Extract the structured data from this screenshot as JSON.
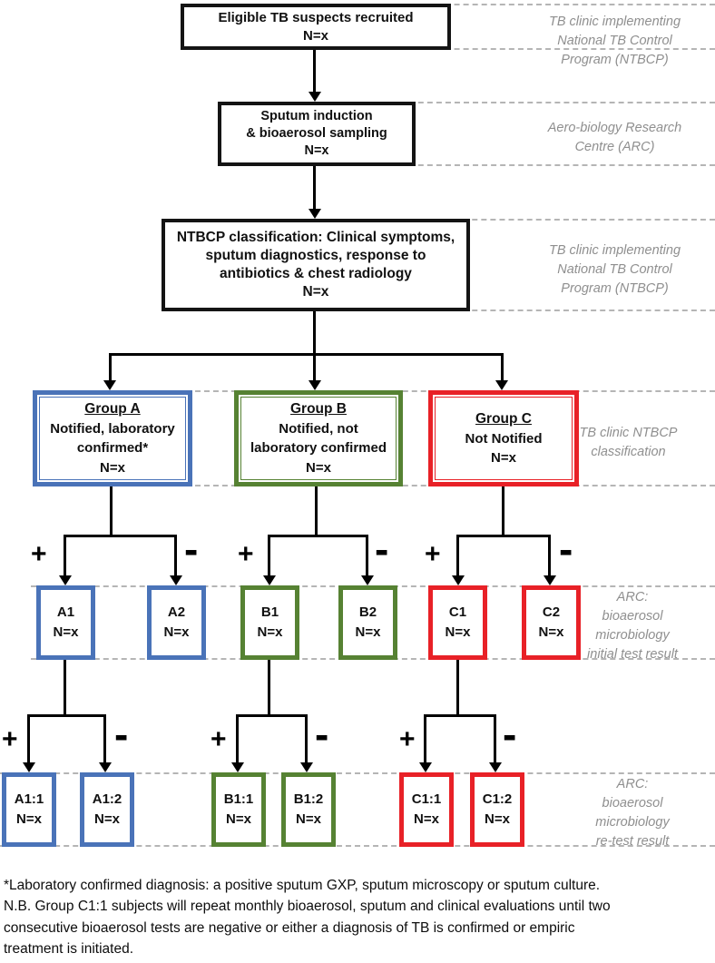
{
  "diagram": {
    "stage_boxes": [
      {
        "text": "Eligible TB suspects recruited\nN=x"
      },
      {
        "text": "Sputum induction\n& bioaerosol sampling\nN=x"
      },
      {
        "text": "NTBCP classification: Clinical symptoms,\nsputum diagnostics, response to\nantibiotics & chest radiology\nN=x"
      }
    ],
    "groups": [
      {
        "title": "Group A",
        "body": "Notified, laboratory\nconfirmed*",
        "n": "N=x"
      },
      {
        "title": "Group B",
        "body": "Notified, not\nlaboratory confirmed",
        "n": "N=x"
      },
      {
        "title": "Group C",
        "body": "Not Notified",
        "n": "N=x"
      }
    ],
    "initial_results": [
      {
        "label": "A1",
        "n": "N=x"
      },
      {
        "label": "A2",
        "n": "N=x"
      },
      {
        "label": "B1",
        "n": "N=x"
      },
      {
        "label": "B2",
        "n": "N=x"
      },
      {
        "label": "C1",
        "n": "N=x"
      },
      {
        "label": "C2",
        "n": "N=x"
      }
    ],
    "retest_results": [
      {
        "label": "A1:1",
        "n": "N=x"
      },
      {
        "label": "A1:2",
        "n": "N=x"
      },
      {
        "label": "B1:1",
        "n": "N=x"
      },
      {
        "label": "B1:2",
        "n": "N=x"
      },
      {
        "label": "C1:1",
        "n": "N=x"
      },
      {
        "label": "C1:2",
        "n": "N=x"
      }
    ],
    "side_labels": [
      {
        "text": "TB clinic implementing\nNational TB Control\nProgram (NTBCP)"
      },
      {
        "text": "Aero-biology Research\nCentre (ARC)"
      },
      {
        "text": "TB clinic implementing\nNational TB Control\nProgram (NTBCP)"
      },
      {
        "text": "TB clinic  NTBCP\nclassification"
      },
      {
        "text": "ARC:\nbioaerosol\nmicrobiology\ninitial test result"
      },
      {
        "text": "ARC:\nbioaerosol\nmicrobiology\nre-test result"
      }
    ],
    "signs": {
      "positive": "+",
      "negative": "-"
    },
    "footnote": "*Laboratory confirmed diagnosis: a positive sputum GXP, sputum microscopy or sputum culture.\nN.B. Group C1:1 subjects will repeat monthly bioaerosol, sputum and clinical evaluations until two\nconsecutive bioaerosol  tests are negative or either a diagnosis of TB is confirmed or empiric\ntreatment is initiated.",
    "colors": {
      "group_a": "#4a73b8",
      "group_b": "#568233",
      "group_c": "#e82127",
      "side_label_gray": "#8f8f8f",
      "box_border_black": "#141414"
    }
  }
}
